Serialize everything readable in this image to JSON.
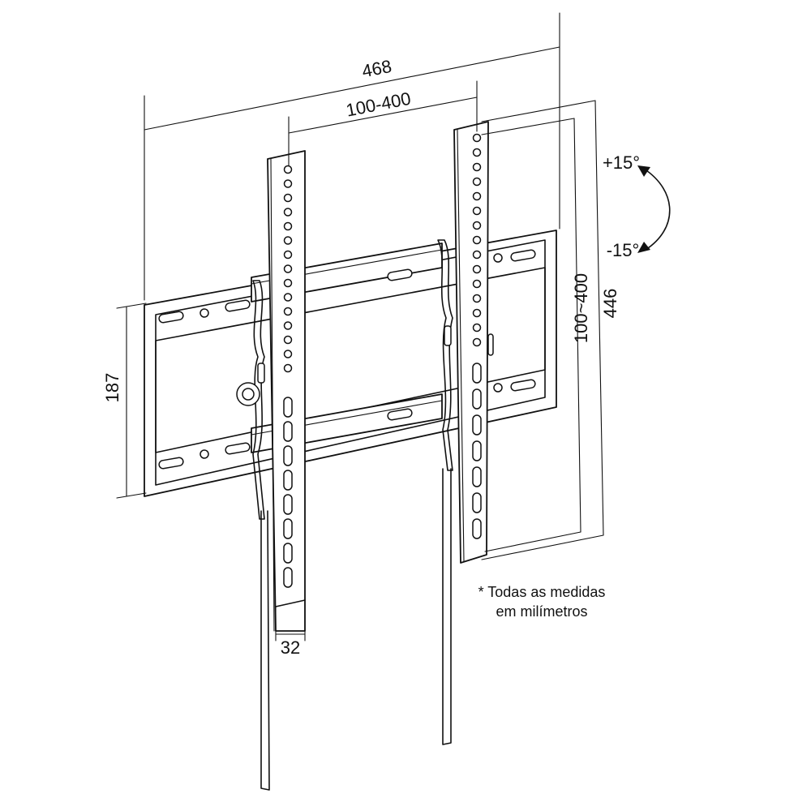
{
  "dimensions": {
    "overall_width": "468",
    "vesa_horizontal": "100-400",
    "overall_height": "446",
    "vesa_vertical": "100~400",
    "wall_plate_height": "187",
    "profile_depth": "32"
  },
  "tilt": {
    "up": "+15°",
    "down": "-15°"
  },
  "note": {
    "line1": "* Todas as medidas",
    "line2": "em milímetros"
  }
}
